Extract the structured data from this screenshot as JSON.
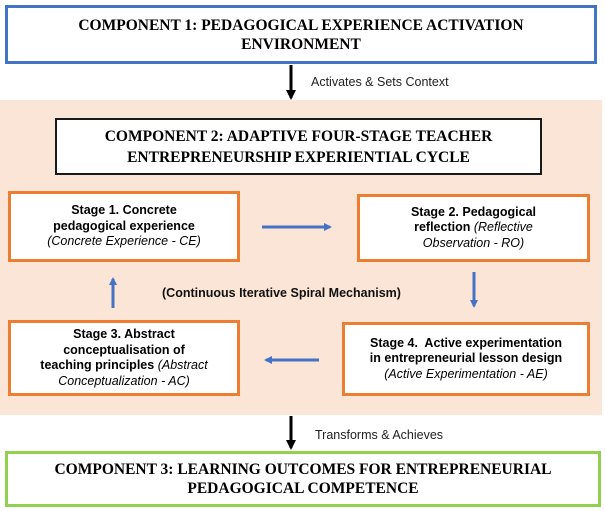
{
  "component1": {
    "line1": "COMPONENT 1: PEDAGOGICAL EXPERIENCE ACTIVATION",
    "line2": "ENVIRONMENT"
  },
  "connector1_label": "Activates & Sets Context",
  "component2": {
    "line1": "COMPONENT 2: ADAPTIVE FOUR-STAGE TEACHER",
    "line2": "ENTREPRENEURSHIP EXPERIENTIAL CYCLE"
  },
  "stages": [
    {
      "title_line1": "Stage 1. Concrete",
      "title_line2": "pedagogical experience",
      "subtitle": "(Concrete Experience - CE)"
    },
    {
      "title_line1": "Stage 2. Pedagogical",
      "title_line2": "reflection",
      "subtitle_a": "(Reflective",
      "subtitle_b": "Observation - RO)"
    },
    {
      "title_line1": "Stage 3. Abstract",
      "title_line2": "conceptualisation of",
      "title_line3": "teaching principles",
      "subtitle_a": "(Abstract",
      "subtitle_b": "Conceptualization - AC)"
    },
    {
      "title_line1": "Stage 4.  Active experimentation",
      "title_line2": "in entrepreneurial lesson design",
      "subtitle": "(Active Experimentation - AE)"
    }
  ],
  "cycle_label": "(Continuous Iterative Spiral Mechanism)",
  "connector2_label": "Transforms & Achieves",
  "component3": {
    "line1": "COMPONENT 3: LEARNING OUTCOMES FOR ENTREPRENEURIAL",
    "line2": "PEDAGOGICAL COMPETENCE"
  },
  "colors": {
    "component1_border": "#4472c4",
    "component3_border": "#92d050",
    "stage_border": "#ed7d31",
    "panel_fill": "#fbe5d6",
    "cycle_arrow": "#4472c4",
    "flow_arrow": "#000000"
  }
}
